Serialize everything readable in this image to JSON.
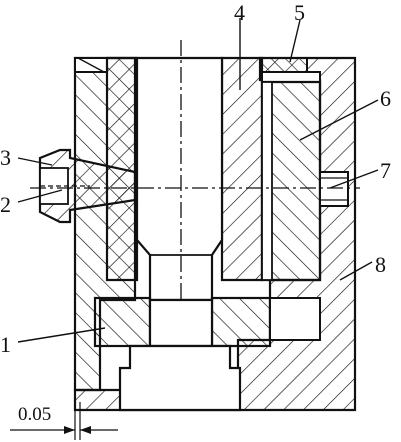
{
  "diagram": {
    "callouts": [
      {
        "id": "1",
        "text": "1"
      },
      {
        "id": "2",
        "text": "2"
      },
      {
        "id": "3",
        "text": "3"
      },
      {
        "id": "4",
        "text": "4"
      },
      {
        "id": "5",
        "text": "5"
      },
      {
        "id": "6",
        "text": "6"
      },
      {
        "id": "7",
        "text": "7"
      },
      {
        "id": "8",
        "text": "8"
      }
    ],
    "dimension": {
      "text": "0.05"
    },
    "colors": {
      "ink": "#111111",
      "background": "#ffffff"
    }
  }
}
